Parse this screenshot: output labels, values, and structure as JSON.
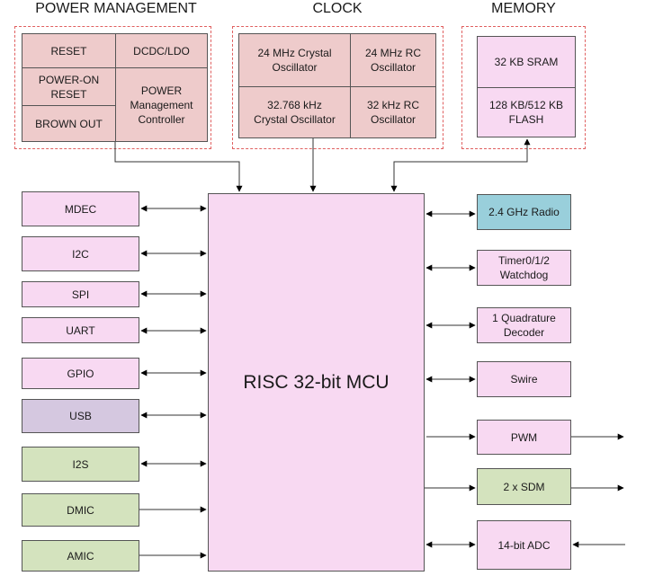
{
  "sections": {
    "power": {
      "title": "POWER MANAGEMENT",
      "reset": "RESET",
      "dcdc": "DCDC/LDO",
      "por": "POWER-ON\nRESET",
      "brownout": "BROWN OUT",
      "pmc": "POWER\nManagement\nController"
    },
    "clock": {
      "title": "CLOCK",
      "xtal24": "24 MHz Crystal\nOscillator",
      "rc24": "24 MHz RC\nOscillator",
      "xtal32": "32.768 kHz\nCrystal Oscillator",
      "rc32": "32 kHz RC\nOscillator"
    },
    "memory": {
      "title": "MEMORY",
      "sram": "32 KB SRAM",
      "flash": "128 KB/512 KB\nFLASH"
    }
  },
  "mcu": "RISC 32-bit MCU",
  "left_blocks": [
    "MDEC",
    "I2C",
    "SPI",
    "UART",
    "GPIO",
    "USB",
    "I2S",
    "DMIC",
    "AMIC"
  ],
  "right_blocks": [
    "2.4 GHz Radio",
    "Timer0/1/2\nWatchdog",
    "1 Quadrature\nDecoder",
    "Swire",
    "PWM",
    "2 x SDM",
    "14-bit ADC"
  ],
  "colors": {
    "pink": "#f8d9f2",
    "power_clock_cell": "#eecbcb",
    "usb": "#d5c8e0",
    "audio_green": "#d4e3be",
    "radio_teal": "#99cfdb",
    "dashed_border": "#e06060"
  }
}
